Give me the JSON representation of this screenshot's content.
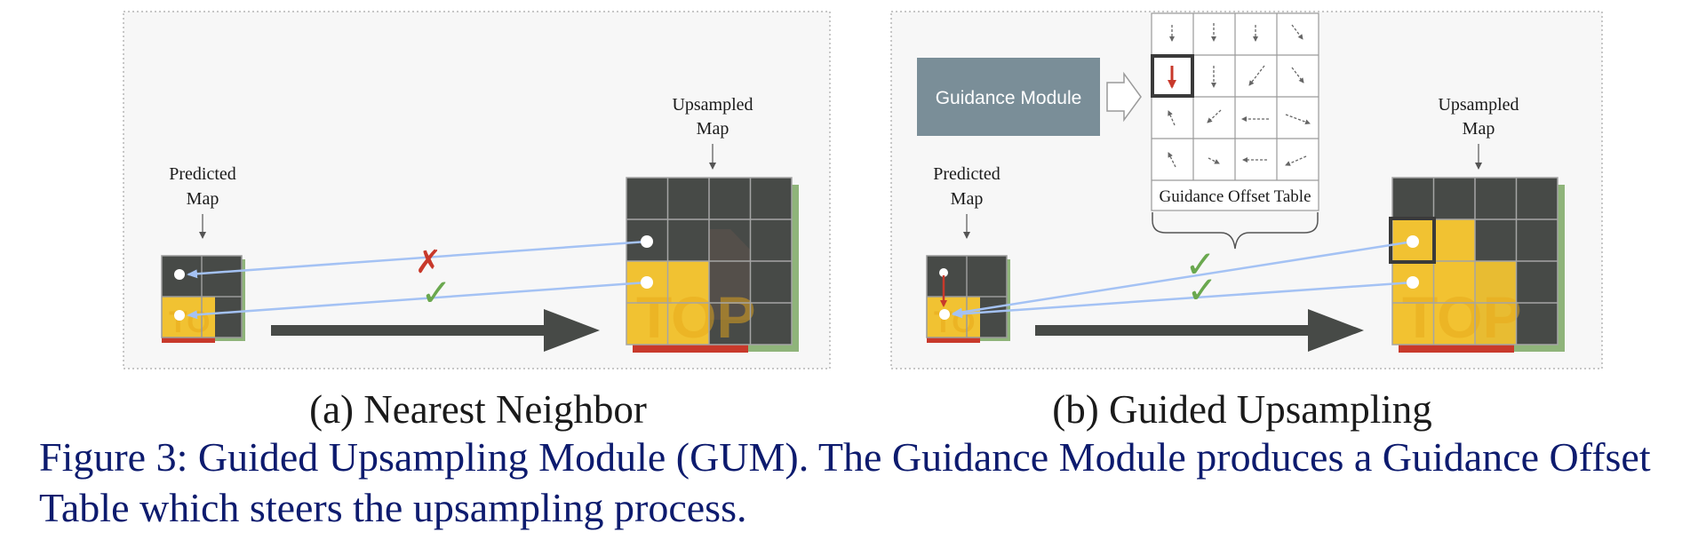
{
  "panel_a": {
    "predicted_label": [
      "Predicted",
      "Map"
    ],
    "upsampled_label": [
      "Upsampled",
      "Map"
    ],
    "wrong_mark": "✗",
    "right_mark": "✓",
    "subcaption": "(a) Nearest Neighbor"
  },
  "panel_b": {
    "module_label": "Guidance Module",
    "table_label": "Guidance Offset Table",
    "predicted_label": [
      "Predicted",
      "Map"
    ],
    "upsampled_label": [
      "Upsampled",
      "Map"
    ],
    "check_marks": "✓",
    "subcaption": "(b) Guided Upsampling"
  },
  "caption": {
    "text": "Figure 3: Guided Upsampling Module (GUM). The Guidance Module produces a Guidance Offset Table which steers the upsampling process."
  },
  "colors": {
    "dark_cell": "#474a47",
    "yellow": "#f1c232",
    "green": "#8fb47a",
    "red": "#c8392b",
    "line_blue": "#a4c2f4",
    "module_fill": "#7a8e98",
    "caption": "#0d1b6e"
  }
}
